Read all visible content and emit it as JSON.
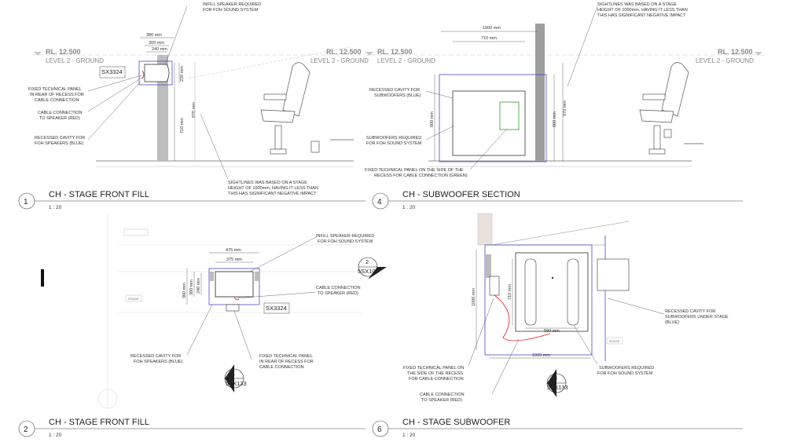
{
  "levels": {
    "rl": "RL. 12.500",
    "name": "LEVEL 2 - GROUND"
  },
  "views": [
    {
      "num": "1",
      "title": "CH - STAGE FRONT FILL",
      "scale": "1 : 20"
    },
    {
      "num": "4",
      "title": "CH - SUBWOOFER SECTION",
      "scale": "1 : 20"
    },
    {
      "num": "2",
      "title": "CH - STAGE FRONT FILL",
      "scale": "1 : 20"
    },
    {
      "num": "6",
      "title": "CH - STAGE SUBWOOFER",
      "scale": "1 : 20"
    }
  ],
  "notes": {
    "infill_1": "INFILL SPEAKER REQUIRED",
    "infill_2": "FOR FOH SOUND SYSTEM",
    "fixed_1": "FIXED TECHNICAL PANEL",
    "fixed_2": "IN REAR OF RECESS FOR",
    "fixed_3": "CABLE CONNECTION",
    "cable_1": "CABLE CONNECTION",
    "cable_2": "TO SPEAKER (RED)",
    "recess_1": "RECESSED CAVITY FOR",
    "recess_2": "FOH SPEAKERS (BLUE)",
    "sight_1": "SIGHTLINES WAS BASED ON A STAGE",
    "sight_2": "HEIGHT OF 1000mm. HAVING IT LESS THAN",
    "sight_3": "THIS HAS SIGNIFICANT NEGATIVE IMPACT",
    "recsub_1": "RECESSED CAVITY FOR",
    "recsub_2": "SUBWOOFERS (BLUE)",
    "subreq_1": "SUBWOOFERS REQUIRED",
    "subreq_2": "FOR FOH SOUND SYSTEM",
    "fixside_1": "FIXED TECHNICAL PANEL ON THE SIDE OF THE",
    "fixside_2": "RECESS FOR CABLE CONNECTION (GREEN)",
    "recunder_1": "RECESSED CAVITY FOR",
    "recunder_2": "SUBWOOFERS UNDER STAGE",
    "recunder_3": "(BLUE)",
    "fix6_1": "FIXED TECHNICAL PANEL ON",
    "fix6_2": "THE SIDE OF THE RECESS",
    "fix6_3": "FOR CABLE CONNECTION",
    "cable6_1": "CABLE CONNECTION",
    "cable6_2": "TO SPEAKER (RED)",
    "sub6_1": "SUBWOOFERS REQUIRED",
    "sub6_2": "FOR FOH SOUND SYSTEM"
  },
  "dims": {
    "d380": "380 mm",
    "d300": "300 mm",
    "d240": "240 mm",
    "d220": "220 mm",
    "d970": "970 mm",
    "d710": "710 mm",
    "d1000": "1000 mm",
    "d800": "800 mm",
    "d475": "475 mm",
    "d375": "375 mm",
    "d360": "360 mm",
    "d590": "590 mm"
  },
  "tags": {
    "sx3324": "SX3324",
    "sec_2_num": "2",
    "sec_2_ref": "5SX103",
    "sec_1_num": "1",
    "sec_1_ref": "5SX133",
    "sec_4_num": "4",
    "sec_4_ref": "5SX133",
    "stage_label": "STAGE"
  }
}
